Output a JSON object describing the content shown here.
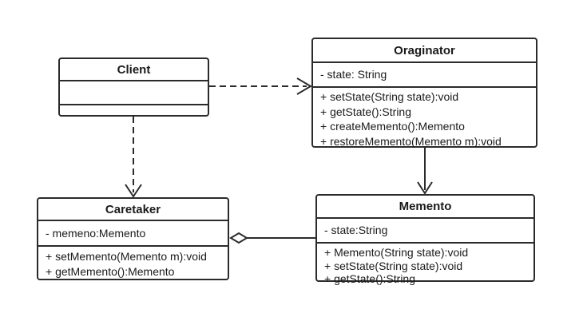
{
  "diagram": {
    "kind": "uml-class-diagram",
    "pattern": "Memento",
    "colors": {
      "stroke": "#2b2b2b",
      "box_fill": "#ffffff",
      "background": "#ffffff",
      "text": "#1a1a1a"
    },
    "classes": {
      "client": {
        "name": "Client",
        "attributes": [],
        "methods": []
      },
      "originator": {
        "name": "Oraginator",
        "attributes": [
          "- state: String"
        ],
        "methods": [
          "+ setState(String state):void",
          "+ getState():String",
          "+ createMemento():Memento",
          "+ restoreMemento(Memento m):void"
        ]
      },
      "caretaker": {
        "name": "Caretaker",
        "attributes": [
          "- memeno:Memento"
        ],
        "methods": [
          "+ setMemento(Memento m):void",
          "+ getMemento():Memento"
        ]
      },
      "memento": {
        "name": "Memento",
        "attributes": [
          "- state:String"
        ],
        "methods": [
          "+ Memento(String state):void",
          "+ setState(String state):void",
          "+ getState():String"
        ]
      }
    },
    "relationships": [
      {
        "from": "Client",
        "to": "Oraginator",
        "type": "dependency",
        "line": "dashed",
        "end": "open-arrow"
      },
      {
        "from": "Client",
        "to": "Caretaker",
        "type": "dependency",
        "line": "dashed",
        "end": "open-arrow"
      },
      {
        "from": "Oraginator",
        "to": "Memento",
        "type": "association",
        "line": "solid",
        "end": "open-arrow"
      },
      {
        "from": "Memento",
        "to": "Caretaker",
        "type": "aggregation",
        "line": "solid",
        "end": "open-diamond-at-caretaker"
      }
    ]
  }
}
